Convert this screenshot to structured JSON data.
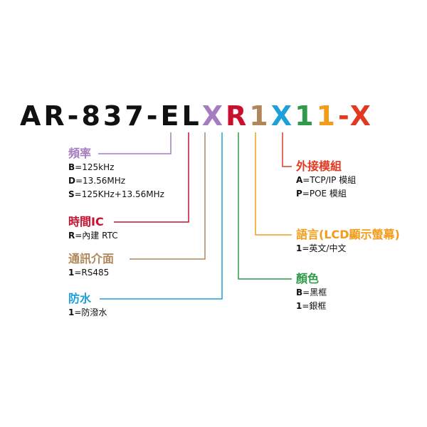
{
  "model_code": [
    {
      "text": "AR-837-EL",
      "color": "#111111"
    },
    {
      "text": "X",
      "color": "#a67cc1"
    },
    {
      "text": "R",
      "color": "#c8102e"
    },
    {
      "text": "1",
      "color": "#b0875a"
    },
    {
      "text": "X",
      "color": "#1d9fd8"
    },
    {
      "text": "1",
      "color": "#2f9a4a"
    },
    {
      "text": "1",
      "color": "#f39c19"
    },
    {
      "text": "-X",
      "color": "#e03a22"
    }
  ],
  "groups": [
    {
      "id": "frequency",
      "title": "頻率",
      "color": "#a67cc1",
      "items": [
        {
          "key": "B",
          "value": "=125kHz"
        },
        {
          "key": "D",
          "value": "=13.56MHz"
        },
        {
          "key": "S",
          "value": "=125KHz+13.56MHz"
        }
      ]
    },
    {
      "id": "rtc",
      "title": "時間IC",
      "color": "#c8102e",
      "items": [
        {
          "key": "R",
          "value": "=內建 RTC"
        }
      ]
    },
    {
      "id": "interface",
      "title": "通訊介面",
      "color": "#b0875a",
      "items": [
        {
          "key": "1",
          "value": "=RS485"
        }
      ]
    },
    {
      "id": "waterproof",
      "title": "防水",
      "color": "#1d9fd8",
      "items": [
        {
          "key": "1",
          "value": "=防潑水"
        }
      ]
    },
    {
      "id": "module",
      "title": "外接模組",
      "color": "#e03a22",
      "items": [
        {
          "key": "A",
          "value": "=TCP/IP 模組"
        },
        {
          "key": "P",
          "value": "=POE 模組"
        }
      ]
    },
    {
      "id": "language",
      "title": "語言(LCD顯示螢幕)",
      "color": "#f39c19",
      "items": [
        {
          "key": "1",
          "value": "=英文/中文"
        }
      ]
    },
    {
      "id": "color",
      "title": "顏色",
      "color": "#2f9a4a",
      "items": [
        {
          "key": "B",
          "value": "=黑框"
        },
        {
          "key": "1",
          "value": "=銀框"
        }
      ]
    }
  ]
}
